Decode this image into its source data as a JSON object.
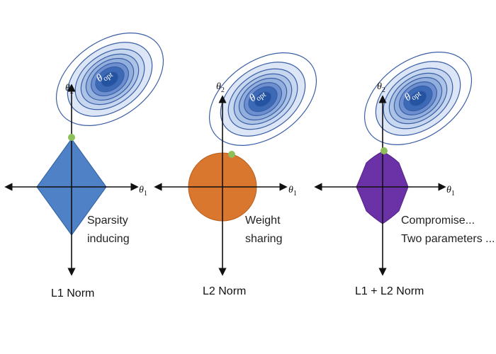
{
  "panels": [
    {
      "norm_label": "L1 Norm",
      "desc_lines": [
        "Sparsity",
        "inducing"
      ],
      "region_color": "#4f81c7",
      "opt_label_main": "θ",
      "opt_label_sub": "opt",
      "theta1_main": "θ",
      "theta1_sub": "1",
      "theta2_main": "θ",
      "theta2_sub": "2"
    },
    {
      "norm_label": "L2 Norm",
      "desc_lines": [
        "Weight",
        "sharing"
      ],
      "region_color": "#d9772e",
      "opt_label_main": "θ",
      "opt_label_sub": "opt",
      "theta1_main": "θ",
      "theta1_sub": "1",
      "theta2_main": "θ",
      "theta2_sub": "2"
    },
    {
      "norm_label": "L1 + L2 Norm",
      "desc_lines": [
        "Compromise...",
        "Two parameters ..."
      ],
      "region_color": "#6b32a8",
      "opt_label_main": "θ",
      "opt_label_sub": "opt",
      "theta1_main": "θ",
      "theta1_sub": "1",
      "theta2_main": "θ",
      "theta2_sub": "2"
    }
  ],
  "colors": {
    "contour_stroke": "#3b5fa6",
    "contour_fills": [
      "#ffffff",
      "#dce6f6",
      "#c6d7ef",
      "#adc3e6",
      "#92aedc",
      "#6d8fcf",
      "#3d6ab7",
      "#2453a2"
    ],
    "solution_point": "#8dbf5a"
  },
  "icons": {
    "solution_point": "green-dot-icon"
  }
}
